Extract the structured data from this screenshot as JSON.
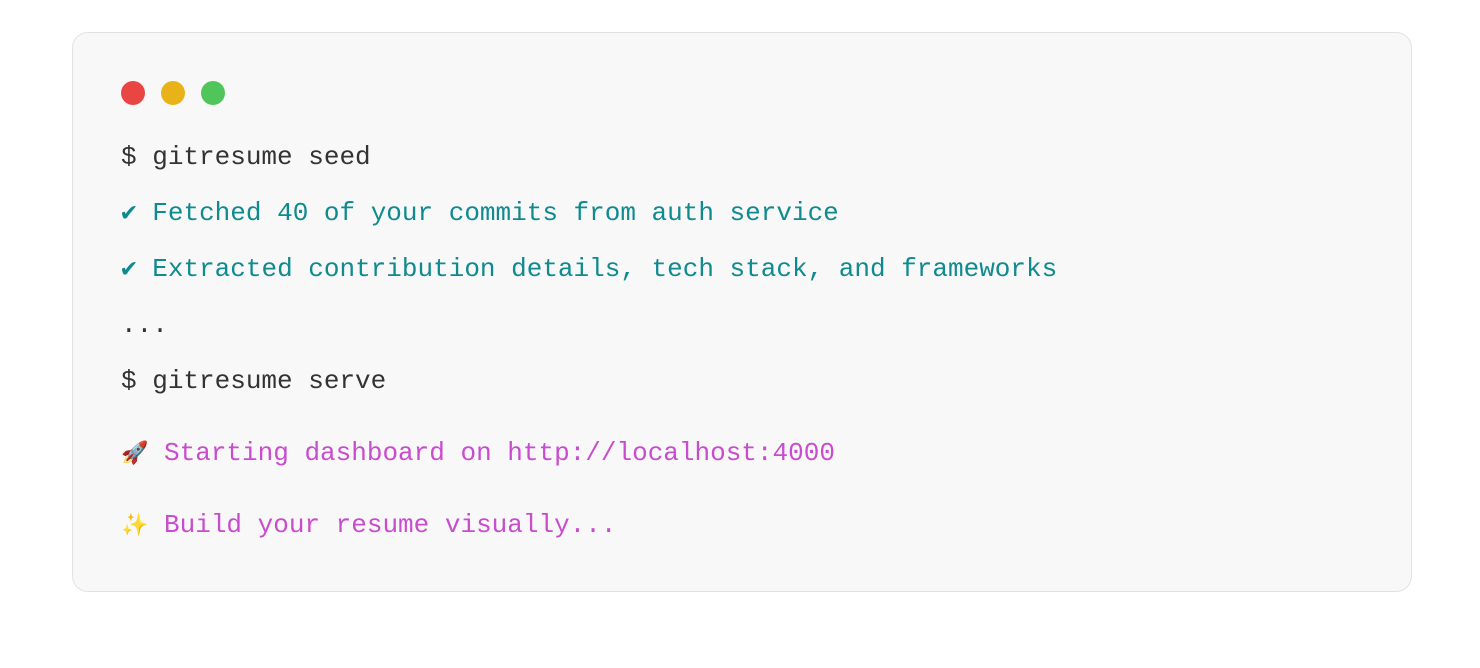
{
  "window_controls": {
    "close_color": "#e84543",
    "minimize_color": "#e8b319",
    "maximize_color": "#4fc55a"
  },
  "lines": [
    {
      "prefix": "$",
      "text": "gitresume seed",
      "type": "command"
    },
    {
      "prefix": "✔",
      "text": "Fetched 40 of your commits from auth service",
      "type": "success"
    },
    {
      "prefix": "✔",
      "text": "Extracted contribution details, tech stack, and frameworks",
      "type": "success"
    },
    {
      "prefix": "",
      "text": "...",
      "type": "ellipsis"
    },
    {
      "prefix": "$",
      "text": "gitresume serve",
      "type": "command"
    },
    {
      "prefix": "🚀",
      "text": "Starting dashboard on http://localhost:4000",
      "type": "info",
      "icon": "rocket-icon"
    },
    {
      "prefix": "✨",
      "text": "Build your resume visually...",
      "type": "info",
      "icon": "sparkles-icon"
    }
  ],
  "colors": {
    "command": "#333333",
    "success": "#0f8a8f",
    "info": "#c94ccf",
    "background": "#f8f8f8"
  }
}
